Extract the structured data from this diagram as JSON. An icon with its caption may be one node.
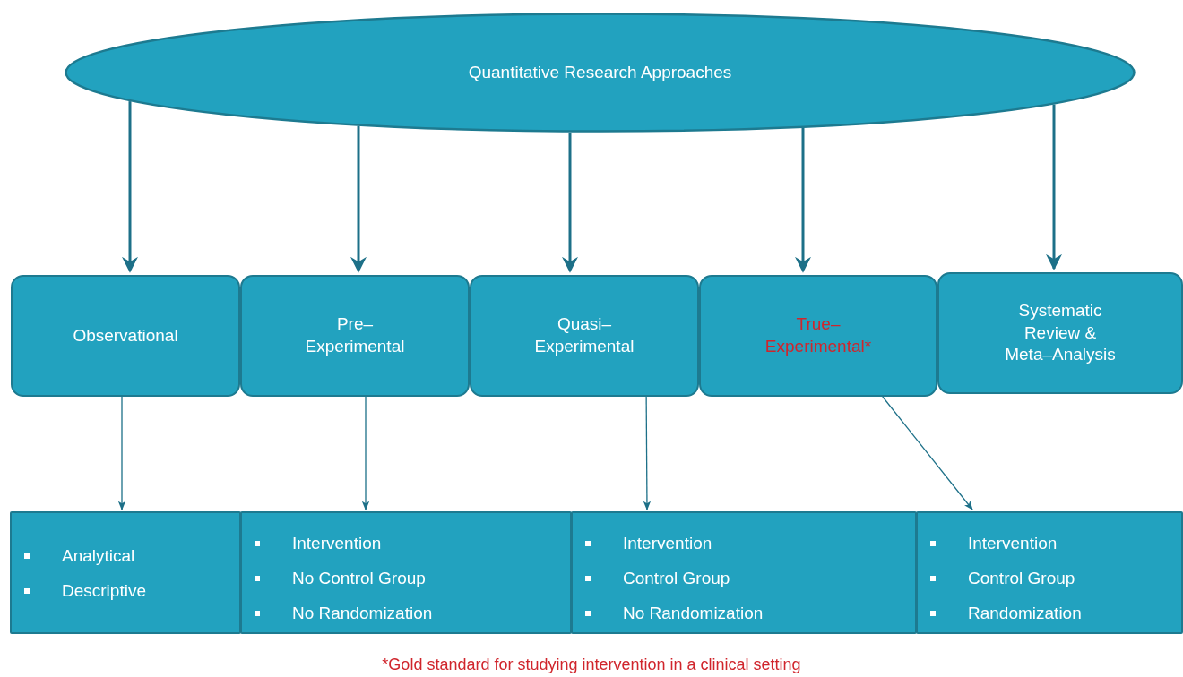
{
  "diagram": {
    "nodes": [
      {
        "text": [
          "Quantitative Research Approaches"
        ]
      },
      {
        "text": [
          "Observational"
        ]
      },
      {
        "text": [
          "Pre– Experimental"
        ]
      },
      {
        "text": [
          "Quasi– Experimental"
        ]
      },
      {
        "text": [
          "True– Experimental*"
        ]
      },
      {
        "text": [
          "Systematic Review & Meta–Analysis"
        ]
      },
      {
        "text": [
          "Analytical",
          "Descriptive"
        ]
      },
      {
        "text": [
          "Intervention",
          "No Control Group",
          "No Randomization"
        ]
      },
      {
        "text": [
          "Intervention",
          "Control Group",
          "No Randomization"
        ]
      },
      {
        "text": [
          "Intervention",
          "Control Group",
          "Randomization"
        ]
      }
    ],
    "edges": [
      {
        "from": 0,
        "to": 1,
        "arrow": "to"
      },
      {
        "from": 0,
        "to": 2,
        "arrow": "to"
      },
      {
        "from": 0,
        "to": 3,
        "arrow": "to"
      },
      {
        "from": 0,
        "to": 4,
        "arrow": "to"
      },
      {
        "from": 0,
        "to": 5,
        "arrow": "to"
      },
      {
        "from": 1,
        "to": 6,
        "arrow": "to"
      },
      {
        "from": 2,
        "to": 7,
        "arrow": "to"
      },
      {
        "from": 3,
        "to": 8,
        "arrow": "to"
      },
      {
        "from": 4,
        "to": 9,
        "arrow": "to"
      }
    ],
    "caption": "*Gold standard for studying intervention in a clinical setting"
  }
}
